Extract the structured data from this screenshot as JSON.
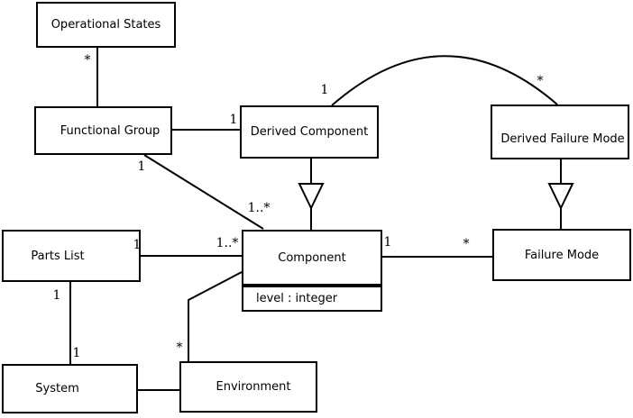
{
  "colors": {
    "line": "#000000",
    "background": "#ffffff",
    "text": "#000000"
  },
  "diagram": {
    "type": "uml-class-diagram",
    "nodes": {
      "operational_states": {
        "label": "Operational States"
      },
      "functional_group": {
        "label": "Functional Group"
      },
      "derived_component": {
        "label": "Derived Component"
      },
      "derived_failure_mode": {
        "label": "Derived Failure Mode"
      },
      "parts_list": {
        "label": "Parts List"
      },
      "component": {
        "label": "Component",
        "attribute": "level : integer"
      },
      "failure_mode": {
        "label": "Failure Mode"
      },
      "system": {
        "label": "System"
      },
      "environment": {
        "label": "Environment"
      }
    },
    "multiplicities": {
      "os_fg_star": "*",
      "fg_dc_one": "1",
      "fg_comp_one": "1",
      "fg_comp_many": "1..*",
      "dc_dfm_one": "1",
      "dc_dfm_star": "*",
      "pl_comp_one": "1",
      "pl_comp_many": "1..*",
      "comp_fm_one": "1",
      "comp_fm_star": "*",
      "comp_env_star": "*",
      "pl_sys_one_top": "1",
      "pl_sys_one_bottom": "1"
    }
  }
}
